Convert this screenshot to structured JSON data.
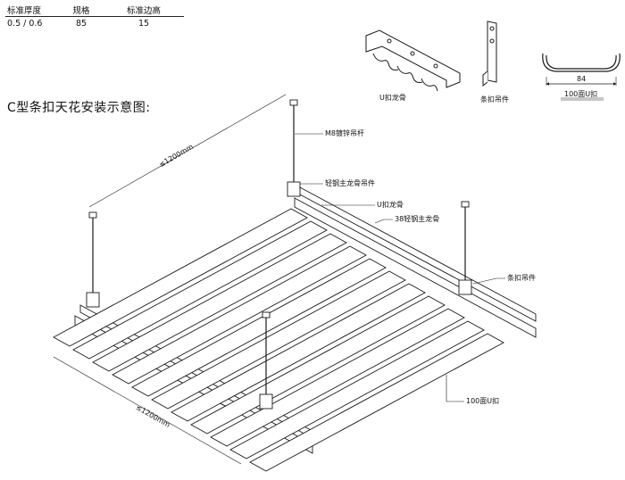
{
  "spec_table": {
    "headers": [
      "标准厚度",
      "规格",
      "标准边高"
    ],
    "row": [
      "0.5 / 0.6",
      "85",
      "15"
    ]
  },
  "title": "C型条扣天花安装示意图:",
  "parts": {
    "u_keel": "U扣龙骨",
    "strip_hanger": "条扣吊件",
    "profile_width": "84",
    "profile_name": "100面U扣"
  },
  "labels": {
    "rod": "M8镀锌吊杆",
    "main_hanger": "轻钢主龙骨吊件",
    "u_keel": "U扣龙骨",
    "main_keel": "38轻钢主龙骨",
    "strip_hanger": "条扣吊件",
    "panel": "100面U扣",
    "dim_top": "≤1200mm",
    "dim_bottom": "≤1200mm"
  },
  "colors": {
    "line": "#1a1a1a",
    "bg": "#ffffff"
  }
}
